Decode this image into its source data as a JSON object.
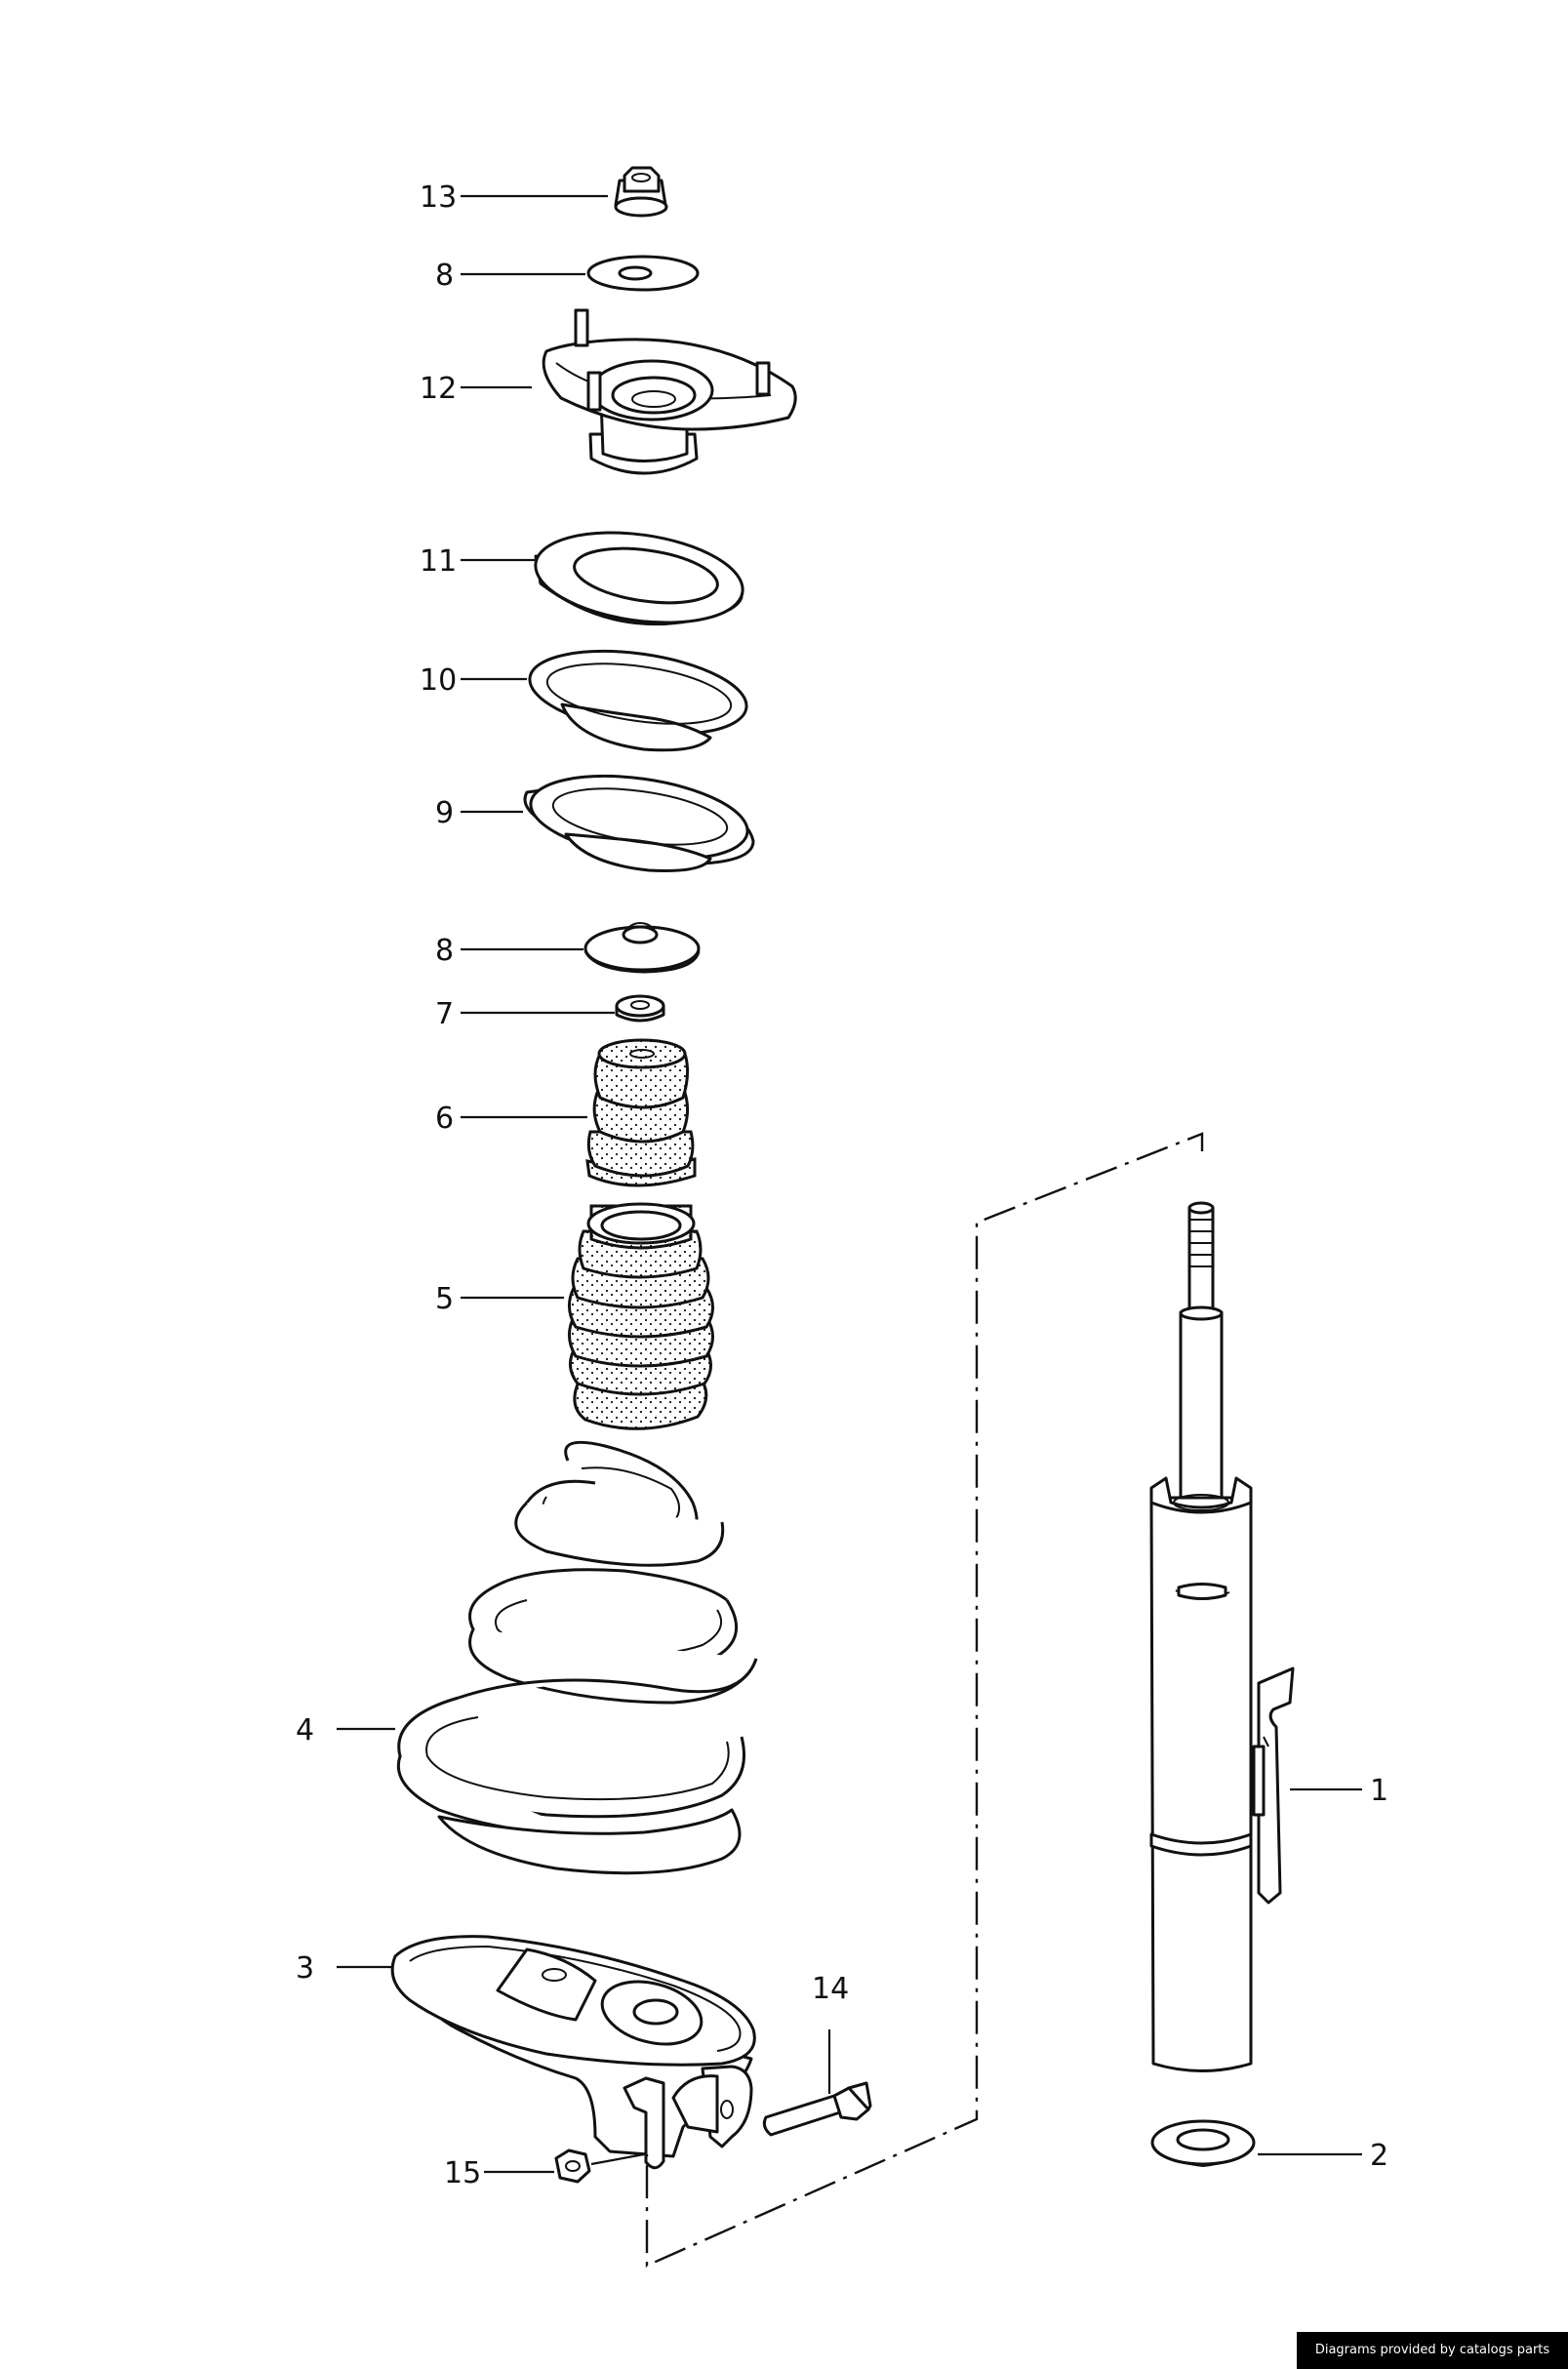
{
  "callouts": [
    "13",
    "8",
    "12",
    "11",
    "10",
    "9",
    "8",
    "7",
    "6",
    "5",
    "4",
    "3",
    "15",
    "14",
    "1",
    "2"
  ],
  "credit": "Diagrams provided by catalogs parts",
  "colors": {
    "ink": "#111111",
    "background": "#ffffff",
    "badge": "#000000"
  }
}
